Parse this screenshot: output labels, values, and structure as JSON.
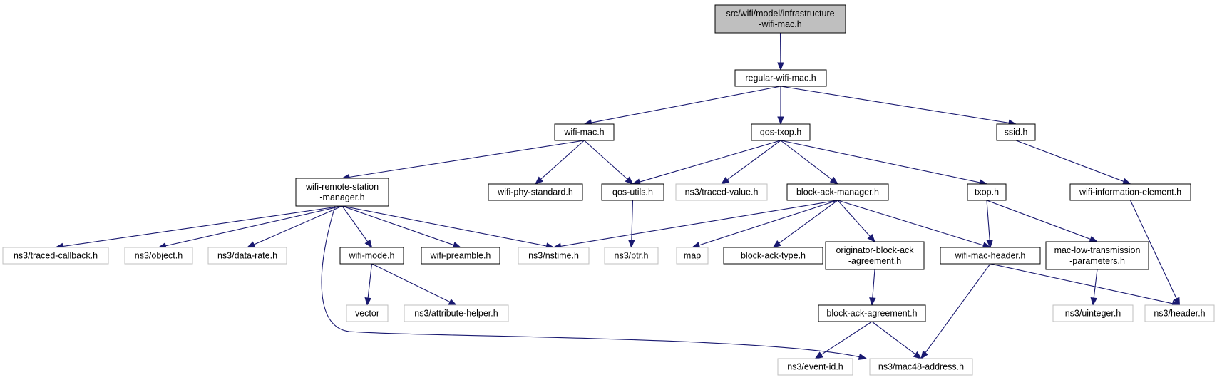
{
  "colors": {
    "edge": "#191970",
    "root_fill": "#bfbfbf",
    "external_border": "#bfbfbf",
    "node_border": "#000000"
  },
  "nodes": [
    {
      "id": "wifi-mac-root",
      "lines": [
        "src/wifi/model/infrastructure",
        "-wifi-mac.h"
      ],
      "style": "root"
    },
    {
      "id": "regular-wifi-mac",
      "lines": [
        "regular-wifi-mac.h"
      ],
      "style": "solid"
    },
    {
      "id": "wifi-mac",
      "lines": [
        "wifi-mac.h"
      ],
      "style": "solid"
    },
    {
      "id": "qos-txop",
      "lines": [
        "qos-txop.h"
      ],
      "style": "solid"
    },
    {
      "id": "ssid",
      "lines": [
        "ssid.h"
      ],
      "style": "solid"
    },
    {
      "id": "wifi-remote-station-manager",
      "lines": [
        "wifi-remote-station",
        "-manager.h"
      ],
      "style": "solid"
    },
    {
      "id": "wifi-phy-standard",
      "lines": [
        "wifi-phy-standard.h"
      ],
      "style": "solid"
    },
    {
      "id": "qos-utils",
      "lines": [
        "qos-utils.h"
      ],
      "style": "solid"
    },
    {
      "id": "traced-value",
      "lines": [
        "ns3/traced-value.h"
      ],
      "style": "external"
    },
    {
      "id": "block-ack-manager",
      "lines": [
        "block-ack-manager.h"
      ],
      "style": "solid"
    },
    {
      "id": "txop",
      "lines": [
        "txop.h"
      ],
      "style": "solid"
    },
    {
      "id": "wifi-information-element",
      "lines": [
        "wifi-information-element.h"
      ],
      "style": "solid"
    },
    {
      "id": "traced-callback",
      "lines": [
        "ns3/traced-callback.h"
      ],
      "style": "external"
    },
    {
      "id": "object",
      "lines": [
        "ns3/object.h"
      ],
      "style": "external"
    },
    {
      "id": "data-rate",
      "lines": [
        "ns3/data-rate.h"
      ],
      "style": "external"
    },
    {
      "id": "wifi-mode",
      "lines": [
        "wifi-mode.h"
      ],
      "style": "solid"
    },
    {
      "id": "wifi-preamble",
      "lines": [
        "wifi-preamble.h"
      ],
      "style": "solid"
    },
    {
      "id": "nstime",
      "lines": [
        "ns3/nstime.h"
      ],
      "style": "external"
    },
    {
      "id": "ptr",
      "lines": [
        "ns3/ptr.h"
      ],
      "style": "external"
    },
    {
      "id": "map",
      "lines": [
        "map"
      ],
      "style": "external"
    },
    {
      "id": "block-ack-type",
      "lines": [
        "block-ack-type.h"
      ],
      "style": "solid"
    },
    {
      "id": "originator-block-ack-agreement",
      "lines": [
        "originator-block-ack",
        "-agreement.h"
      ],
      "style": "solid"
    },
    {
      "id": "wifi-mac-header",
      "lines": [
        "wifi-mac-header.h"
      ],
      "style": "solid"
    },
    {
      "id": "mac-low-transmission-parameters",
      "lines": [
        "mac-low-transmission",
        "-parameters.h"
      ],
      "style": "solid"
    },
    {
      "id": "vector",
      "lines": [
        "vector"
      ],
      "style": "external"
    },
    {
      "id": "attribute-helper",
      "lines": [
        "ns3/attribute-helper.h"
      ],
      "style": "external"
    },
    {
      "id": "block-ack-agreement",
      "lines": [
        "block-ack-agreement.h"
      ],
      "style": "solid"
    },
    {
      "id": "uinteger",
      "lines": [
        "ns3/uinteger.h"
      ],
      "style": "external"
    },
    {
      "id": "header",
      "lines": [
        "ns3/header.h"
      ],
      "style": "external"
    },
    {
      "id": "event-id",
      "lines": [
        "ns3/event-id.h"
      ],
      "style": "external"
    },
    {
      "id": "mac48-address",
      "lines": [
        "ns3/mac48-address.h"
      ],
      "style": "external"
    }
  ],
  "edges": [
    [
      "wifi-mac-root",
      "regular-wifi-mac"
    ],
    [
      "regular-wifi-mac",
      "wifi-mac"
    ],
    [
      "regular-wifi-mac",
      "qos-txop"
    ],
    [
      "regular-wifi-mac",
      "ssid"
    ],
    [
      "wifi-mac",
      "wifi-remote-station-manager"
    ],
    [
      "wifi-mac",
      "wifi-phy-standard"
    ],
    [
      "wifi-mac",
      "qos-utils"
    ],
    [
      "qos-txop",
      "qos-utils"
    ],
    [
      "qos-txop",
      "traced-value"
    ],
    [
      "qos-txop",
      "block-ack-manager"
    ],
    [
      "qos-txop",
      "txop"
    ],
    [
      "ssid",
      "wifi-information-element"
    ],
    [
      "wifi-remote-station-manager",
      "traced-callback"
    ],
    [
      "wifi-remote-station-manager",
      "object"
    ],
    [
      "wifi-remote-station-manager",
      "data-rate"
    ],
    [
      "wifi-remote-station-manager",
      "wifi-mode"
    ],
    [
      "wifi-remote-station-manager",
      "wifi-preamble"
    ],
    [
      "wifi-remote-station-manager",
      "nstime"
    ],
    [
      "wifi-remote-station-manager",
      "mac48-address"
    ],
    [
      "qos-utils",
      "ptr"
    ],
    [
      "block-ack-manager",
      "nstime"
    ],
    [
      "block-ack-manager",
      "map"
    ],
    [
      "block-ack-manager",
      "block-ack-type"
    ],
    [
      "block-ack-manager",
      "originator-block-ack-agreement"
    ],
    [
      "block-ack-manager",
      "wifi-mac-header"
    ],
    [
      "txop",
      "wifi-mac-header"
    ],
    [
      "txop",
      "mac-low-transmission-parameters"
    ],
    [
      "wifi-information-element",
      "header"
    ],
    [
      "wifi-mode",
      "vector"
    ],
    [
      "wifi-mode",
      "attribute-helper"
    ],
    [
      "originator-block-ack-agreement",
      "block-ack-agreement"
    ],
    [
      "wifi-mac-header",
      "header"
    ],
    [
      "wifi-mac-header",
      "mac48-address"
    ],
    [
      "mac-low-transmission-parameters",
      "uinteger"
    ],
    [
      "block-ack-agreement",
      "event-id"
    ],
    [
      "block-ack-agreement",
      "mac48-address"
    ]
  ]
}
